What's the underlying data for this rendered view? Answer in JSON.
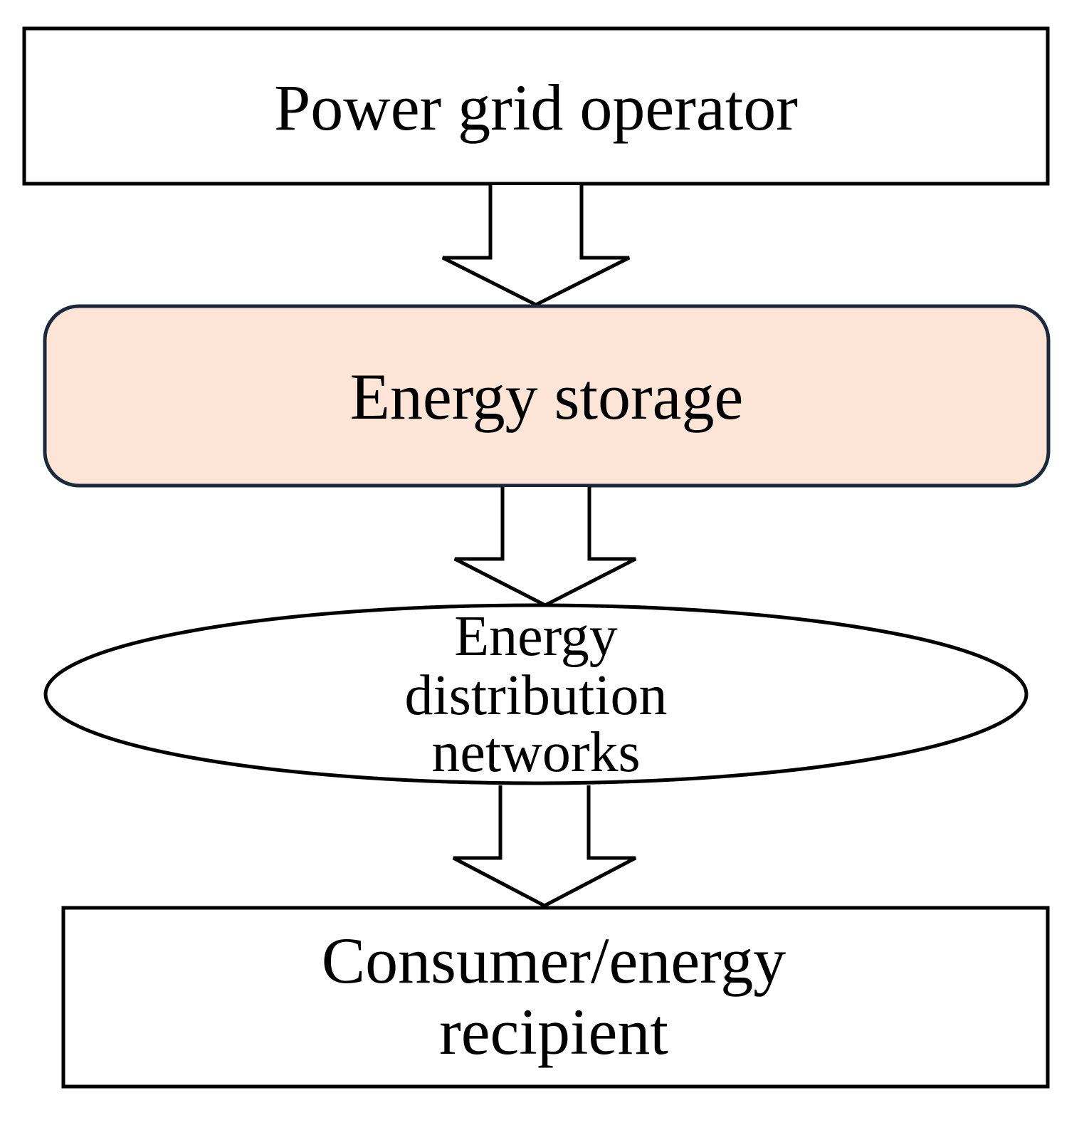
{
  "nodes": {
    "grid_operator": {
      "label": "Power grid operator"
    },
    "energy_storage": {
      "label": "Energy storage"
    },
    "distribution": {
      "lines": [
        "Energy",
        "distribution",
        "networks"
      ]
    },
    "consumer": {
      "lines": [
        "Consumer/energy",
        "recipient"
      ]
    }
  },
  "colors": {
    "stroke": "#000000",
    "storage_fill": "#fce4d6",
    "storage_stroke": "#1a2a3a",
    "box_fill": "#ffffff"
  }
}
